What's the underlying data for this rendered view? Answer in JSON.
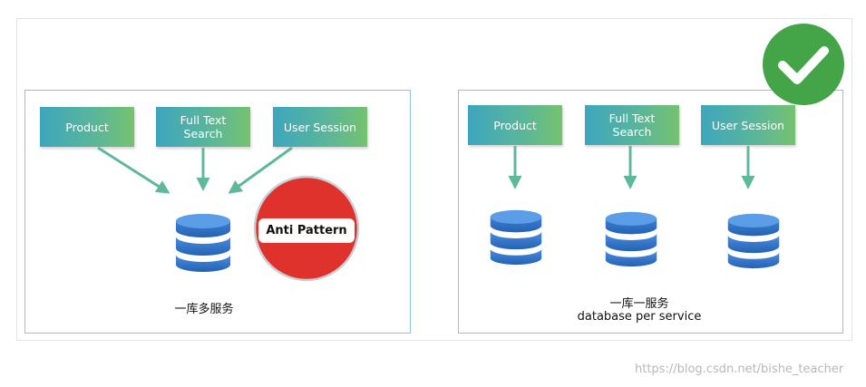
{
  "left_panel": {
    "services": [
      "Product",
      "Full Text\nSearch",
      "User Session"
    ],
    "badge": "Anti Pattern",
    "caption": "一库多服务"
  },
  "right_panel": {
    "services": [
      "Product",
      "Full Text\nSearch",
      "User Session"
    ],
    "caption_line1": "一库一服务",
    "caption_line2": "database per service"
  },
  "watermark": "https://blog.csdn.net/bishe_teacher",
  "colors": {
    "service_gradient_start": "#3ea6bd",
    "service_gradient_end": "#76c26f",
    "arrow": "#5eb89c",
    "database": "#2e73c9",
    "prohibit": "#e0322d",
    "check": "#43a548",
    "panel_border": "#8fc2dc"
  },
  "icons": [
    "database-icon",
    "prohibit-sign-icon",
    "check-mark-icon"
  ]
}
